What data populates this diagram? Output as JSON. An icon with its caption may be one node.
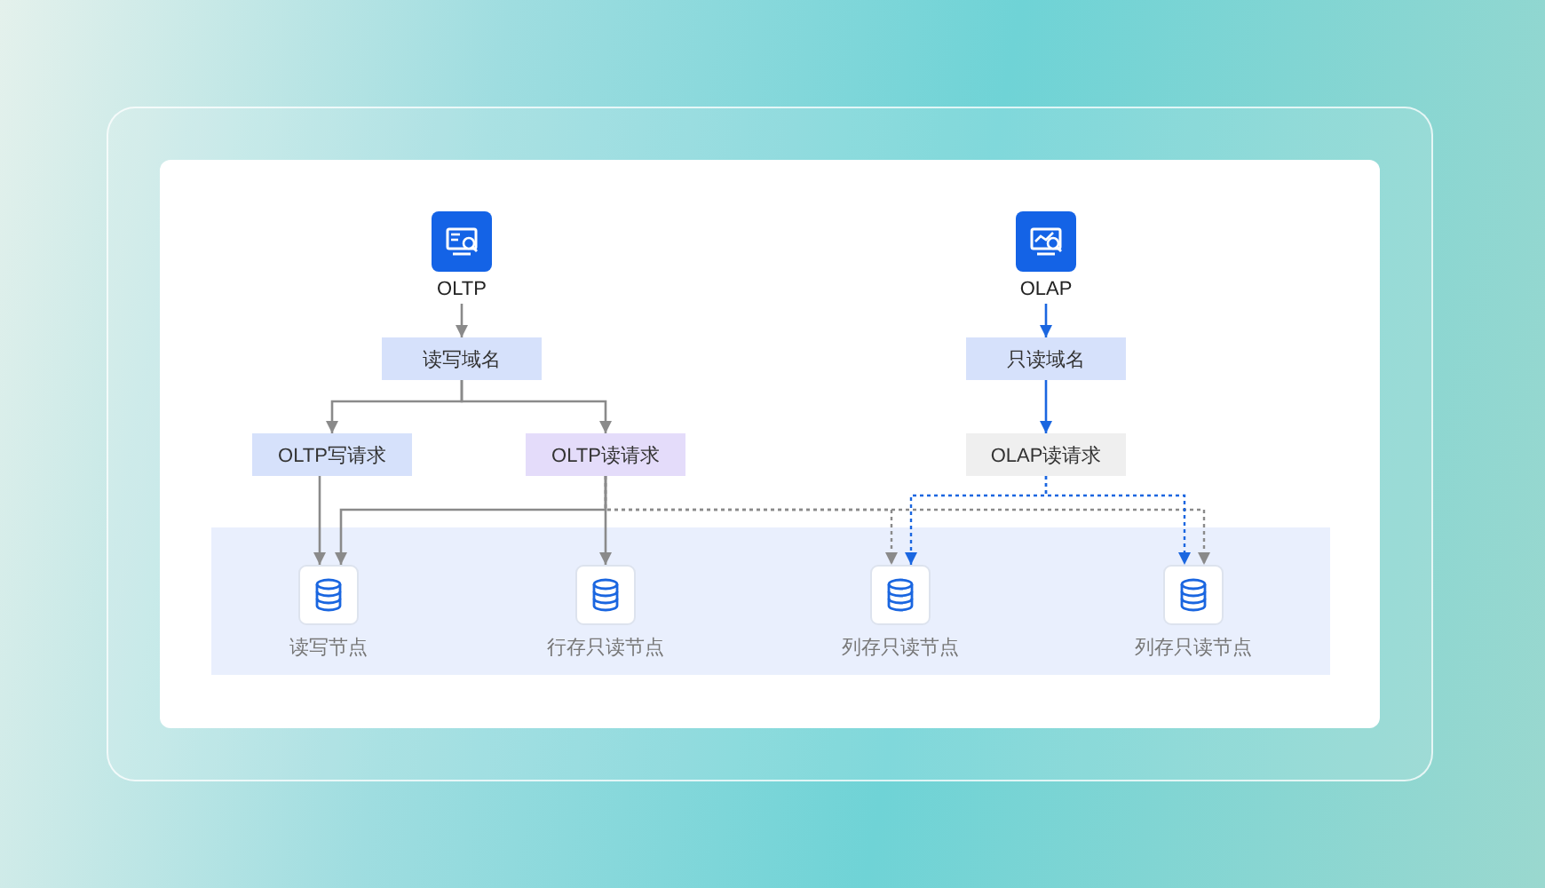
{
  "diagram": {
    "nodes": [
      {
        "text": [
          "OLTP"
        ]
      },
      {
        "text": [
          "OLAP"
        ]
      },
      {
        "text": [
          "读写域名"
        ]
      },
      {
        "text": [
          "只读域名"
        ]
      },
      {
        "text": [
          "OLTP写请求"
        ]
      },
      {
        "text": [
          "OLTP读请求"
        ]
      },
      {
        "text": [
          "OLAP读请求"
        ]
      },
      {
        "text": [],
        "shape": "box"
      },
      {
        "text": [
          "读写节点"
        ],
        "in": 7
      },
      {
        "text": [
          "行存只读节点"
        ],
        "in": 7
      },
      {
        "text": [
          "列存只读节点"
        ],
        "in": 7
      },
      {
        "text": [
          "列存只读节点"
        ],
        "in": 7
      }
    ],
    "edges": [
      {
        "from": 0,
        "to": 2,
        "arrow": "to"
      },
      {
        "from": 1,
        "to": 3,
        "arrow": "to",
        "color": "#1a66e0"
      },
      {
        "from": 2,
        "to": 4,
        "arrow": "to"
      },
      {
        "from": 2,
        "to": 5,
        "arrow": "to"
      },
      {
        "from": 3,
        "to": 6,
        "arrow": "to",
        "color": "#1a66e0"
      },
      {
        "from": 4,
        "to": 8,
        "arrow": "to"
      },
      {
        "from": 5,
        "to": 8,
        "arrow": "to"
      },
      {
        "from": 5,
        "to": 9,
        "arrow": "to"
      },
      {
        "from": 5,
        "to": 10,
        "arrow": "to",
        "style": "dashed"
      },
      {
        "from": 5,
        "to": 11,
        "arrow": "to",
        "style": "dashed"
      },
      {
        "from": 6,
        "to": 10,
        "arrow": "to",
        "style": "dashed",
        "color": "#1a66e0"
      },
      {
        "from": 6,
        "to": 11,
        "arrow": "to",
        "style": "dashed",
        "color": "#1a66e0"
      }
    ]
  }
}
